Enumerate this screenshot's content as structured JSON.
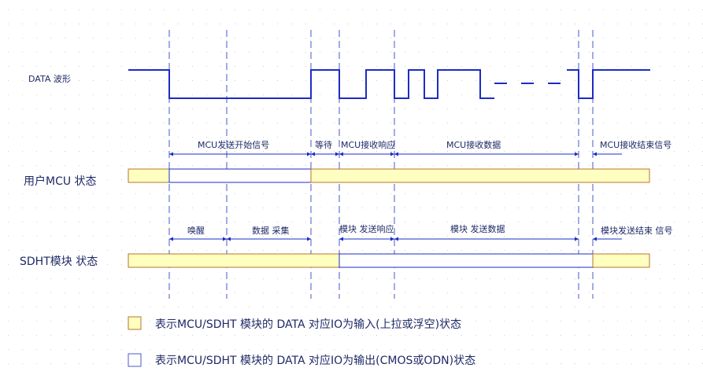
{
  "signal": {
    "label": "DATA 波形"
  },
  "rows": {
    "mcu": {
      "label": "用户MCU 状态"
    },
    "sdht": {
      "label": "SDHT模块 状态"
    }
  },
  "mcu_segments": [
    {
      "label": "MCU发送开始信号"
    },
    {
      "label": "等待"
    },
    {
      "label": "MCU接收响应"
    },
    {
      "label": "MCU接收数据"
    },
    {
      "label": "MCU接收结束信号"
    }
  ],
  "sdht_segments": [
    {
      "label": "唤醒"
    },
    {
      "label": "数据 采集"
    },
    {
      "label": "模块 发送响应"
    },
    {
      "label": "模块 发送数据"
    },
    {
      "label": "模块发送结束 信号"
    }
  ],
  "legend": {
    "input": {
      "text": "表示MCU/SDHT 模块的 DATA 对应IO为输入(上拉或浮空)状态"
    },
    "output": {
      "text": "表示MCU/SDHT 模块的 DATA 对应IO为输出(CMOS或ODN)状态"
    }
  },
  "colors": {
    "signal_line": "#1d2cc4",
    "input_fill": "#ffffc0",
    "output_fill": "#ffffff",
    "bar_stroke": "#b8732e",
    "arrow": "#1d2cc4",
    "text": "#1f2a66",
    "guide": "#4a5ac8",
    "grid_dot": "#c8ccd8"
  }
}
